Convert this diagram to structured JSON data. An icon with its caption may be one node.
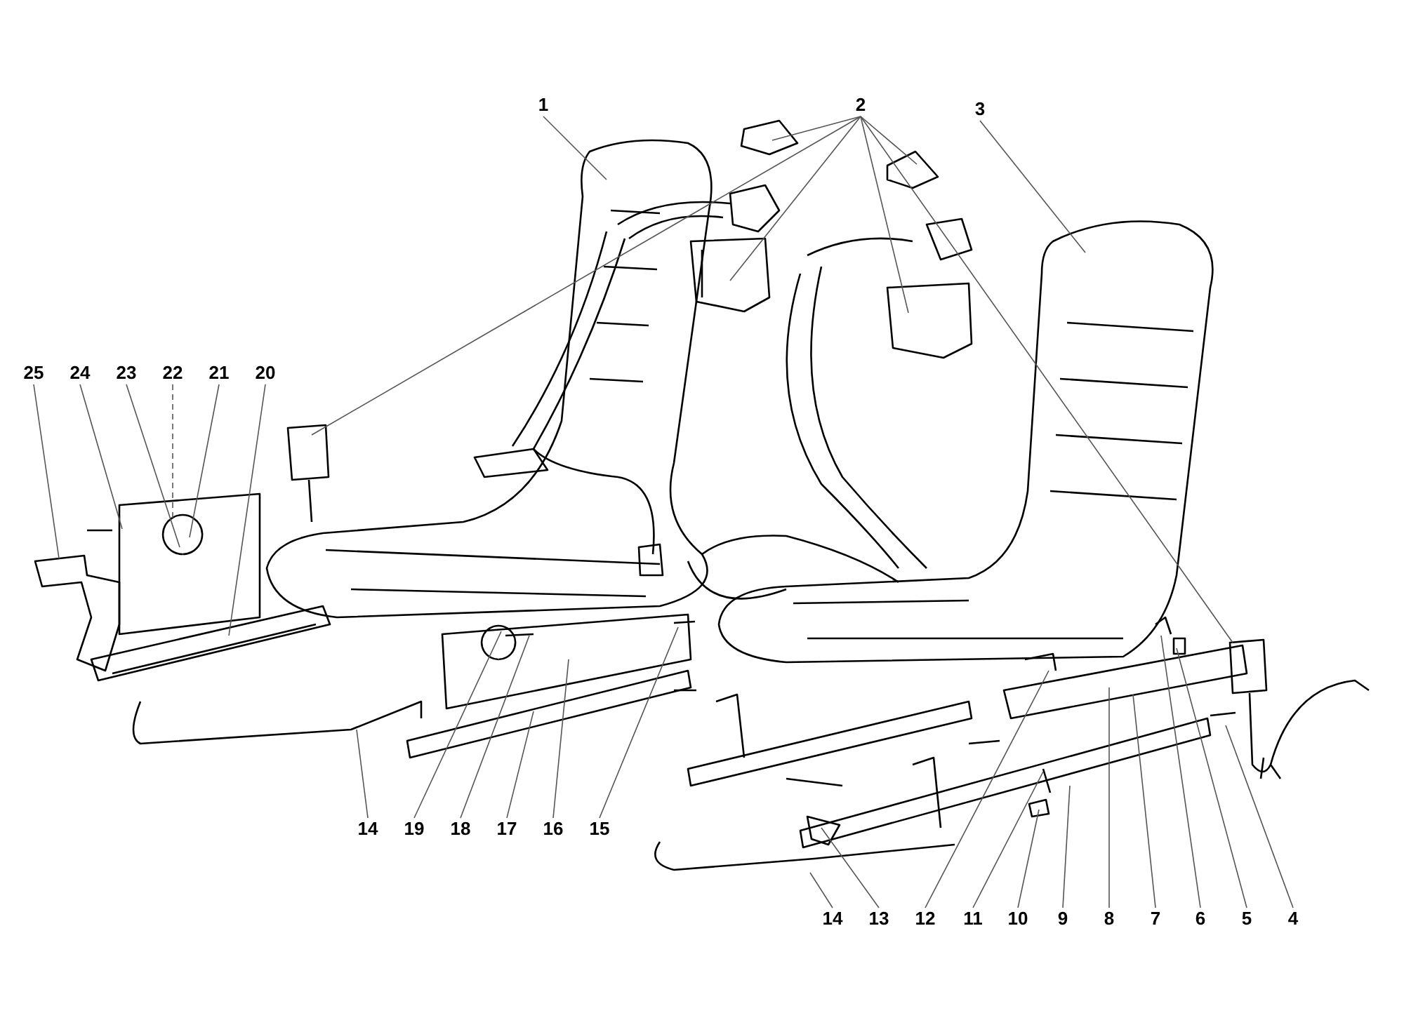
{
  "diagram": {
    "nodes": [
      {
        "text": [
          "1"
        ]
      },
      {
        "text": [
          "2"
        ]
      },
      {
        "text": [
          "3"
        ]
      },
      {
        "text": [
          "25"
        ]
      },
      {
        "text": [
          "24"
        ]
      },
      {
        "text": [
          "23"
        ]
      },
      {
        "text": [
          "22"
        ]
      },
      {
        "text": [
          "21"
        ]
      },
      {
        "text": [
          "20"
        ]
      },
      {
        "text": [
          "14"
        ]
      },
      {
        "text": [
          "19"
        ]
      },
      {
        "text": [
          "18"
        ]
      },
      {
        "text": [
          "17"
        ]
      },
      {
        "text": [
          "16"
        ]
      },
      {
        "text": [
          "15"
        ]
      },
      {
        "text": [
          "14"
        ]
      },
      {
        "text": [
          "13"
        ]
      },
      {
        "text": [
          "12"
        ]
      },
      {
        "text": [
          "11"
        ]
      },
      {
        "text": [
          "10"
        ]
      },
      {
        "text": [
          "9"
        ]
      },
      {
        "text": [
          "8"
        ]
      },
      {
        "text": [
          "7"
        ]
      },
      {
        "text": [
          "6"
        ]
      },
      {
        "text": [
          "5"
        ]
      },
      {
        "text": [
          "4"
        ]
      }
    ],
    "edges": [
      {
        "from": 0,
        "to": null,
        "arrow": "none"
      },
      {
        "from": 1,
        "to": null,
        "arrow": "none"
      },
      {
        "from": 1,
        "to": null,
        "arrow": "none"
      },
      {
        "from": 1,
        "to": null,
        "arrow": "none"
      },
      {
        "from": 1,
        "to": null,
        "arrow": "none"
      },
      {
        "from": 1,
        "to": null,
        "arrow": "none"
      },
      {
        "from": 1,
        "to": null,
        "arrow": "none"
      },
      {
        "from": 2,
        "to": null,
        "arrow": "none"
      },
      {
        "from": 3,
        "to": null,
        "arrow": "none"
      },
      {
        "from": 4,
        "to": null,
        "arrow": "none"
      },
      {
        "from": 5,
        "to": null,
        "arrow": "none"
      },
      {
        "from": 6,
        "to": null,
        "arrow": "none",
        "style": "dashed"
      },
      {
        "from": 7,
        "to": null,
        "arrow": "none"
      },
      {
        "from": 8,
        "to": null,
        "arrow": "none"
      },
      {
        "from": 9,
        "to": null,
        "arrow": "none"
      },
      {
        "from": 10,
        "to": null,
        "arrow": "none"
      },
      {
        "from": 11,
        "to": null,
        "arrow": "none"
      },
      {
        "from": 12,
        "to": null,
        "arrow": "none"
      },
      {
        "from": 13,
        "to": null,
        "arrow": "none"
      },
      {
        "from": 14,
        "to": null,
        "arrow": "none"
      },
      {
        "from": 15,
        "to": null,
        "arrow": "none"
      },
      {
        "from": 16,
        "to": null,
        "arrow": "none"
      },
      {
        "from": 17,
        "to": null,
        "arrow": "none"
      },
      {
        "from": 18,
        "to": null,
        "arrow": "none"
      },
      {
        "from": 19,
        "to": null,
        "arrow": "none"
      },
      {
        "from": 20,
        "to": null,
        "arrow": "none"
      },
      {
        "from": 21,
        "to": null,
        "arrow": "none"
      },
      {
        "from": 22,
        "to": null,
        "arrow": "none"
      },
      {
        "from": 23,
        "to": null,
        "arrow": "none"
      },
      {
        "from": 24,
        "to": null,
        "arrow": "none"
      },
      {
        "from": 25,
        "to": null,
        "arrow": "none"
      }
    ]
  }
}
